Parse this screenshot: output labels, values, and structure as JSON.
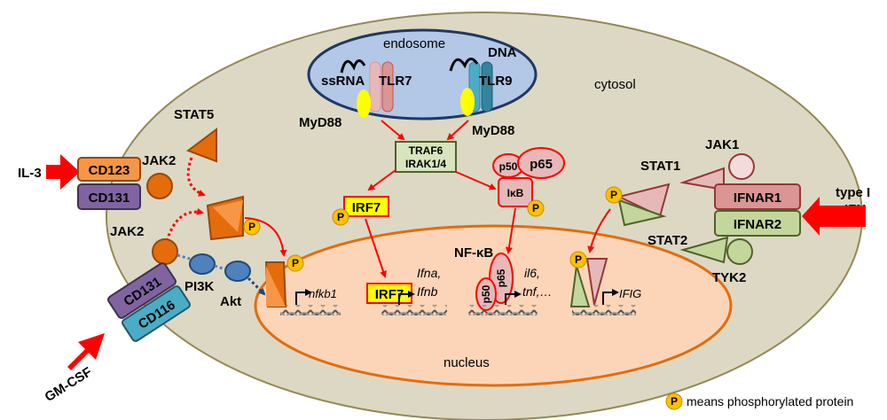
{
  "compartments": {
    "cytosol": "cytosol",
    "endosome": "endosome",
    "nucleus": "nucleus"
  },
  "endosome_receptors": {
    "ssrna": "ssRNA",
    "tlr7": "TLR7",
    "dna": "DNA",
    "tlr9": "TLR9"
  },
  "adaptors": {
    "myd88_left": "MyD88",
    "myd88_right": "MyD88",
    "traf6": "TRAF6",
    "irak": "IRAK1/4"
  },
  "nfkb": {
    "p50": "p50",
    "p65": "p65",
    "ikb": "IκB",
    "label": "NF-κB",
    "nuc_p65": "p65",
    "nuc_p50": "p50"
  },
  "irf": {
    "cyto": "IRF7",
    "nuc": "IRF7"
  },
  "left_pathway": {
    "stat5": "STAT5",
    "jak2_top": "JAK2",
    "jak2_bottom": "JAK2",
    "cd123": "CD123",
    "cd131_top": "CD131",
    "cd131_bottom": "CD131",
    "cd116": "CD116",
    "pi3k": "PI3K",
    "akt": "Akt",
    "il3": "IL-3",
    "gmcsf": "GM-CSF"
  },
  "right_pathway": {
    "jak1": "JAK1",
    "stat1": "STAT1",
    "stat2": "STAT2",
    "ifnar1": "IFNAR1",
    "ifnar2": "IFNAR2",
    "tyk2": "TYK2",
    "type_i": "type I",
    "ifn": "IFN"
  },
  "genes": {
    "nfkb1": "nfkb1",
    "ifna": "Ifna,",
    "ifnb": "Ifnb",
    "il6": "il6,",
    "tnf": "tnf,…",
    "ifig": "IFIG"
  },
  "phospho_symbol": "P",
  "legend": "means phosphorylated protein",
  "colors": {
    "cell": "#ddd8c4",
    "endosome": "#b3c7e6",
    "nucleus": "#fcd5b8",
    "orange": "#e46c0a",
    "red_arrow": "#ff0000",
    "yellow": "#ffff00",
    "phospho": "#ffc000",
    "purple": "#8064a2",
    "blue": "#4bacc6",
    "pink": "#d99694",
    "green": "#c3d69b",
    "pi3k_blue": "#4f81bd"
  }
}
